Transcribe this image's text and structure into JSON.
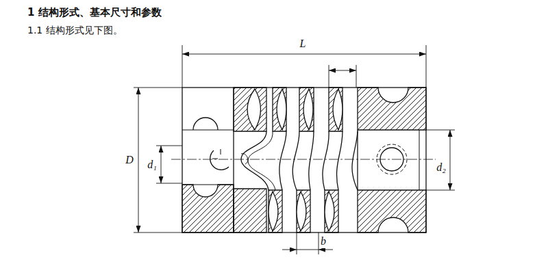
{
  "diagram": {
    "title": "1 结构形式、基本尺寸和参数",
    "labels": [
      "1.1 结构形式见下图。",
      "L",
      "D",
      "d₁",
      "d₂",
      "b"
    ]
  }
}
